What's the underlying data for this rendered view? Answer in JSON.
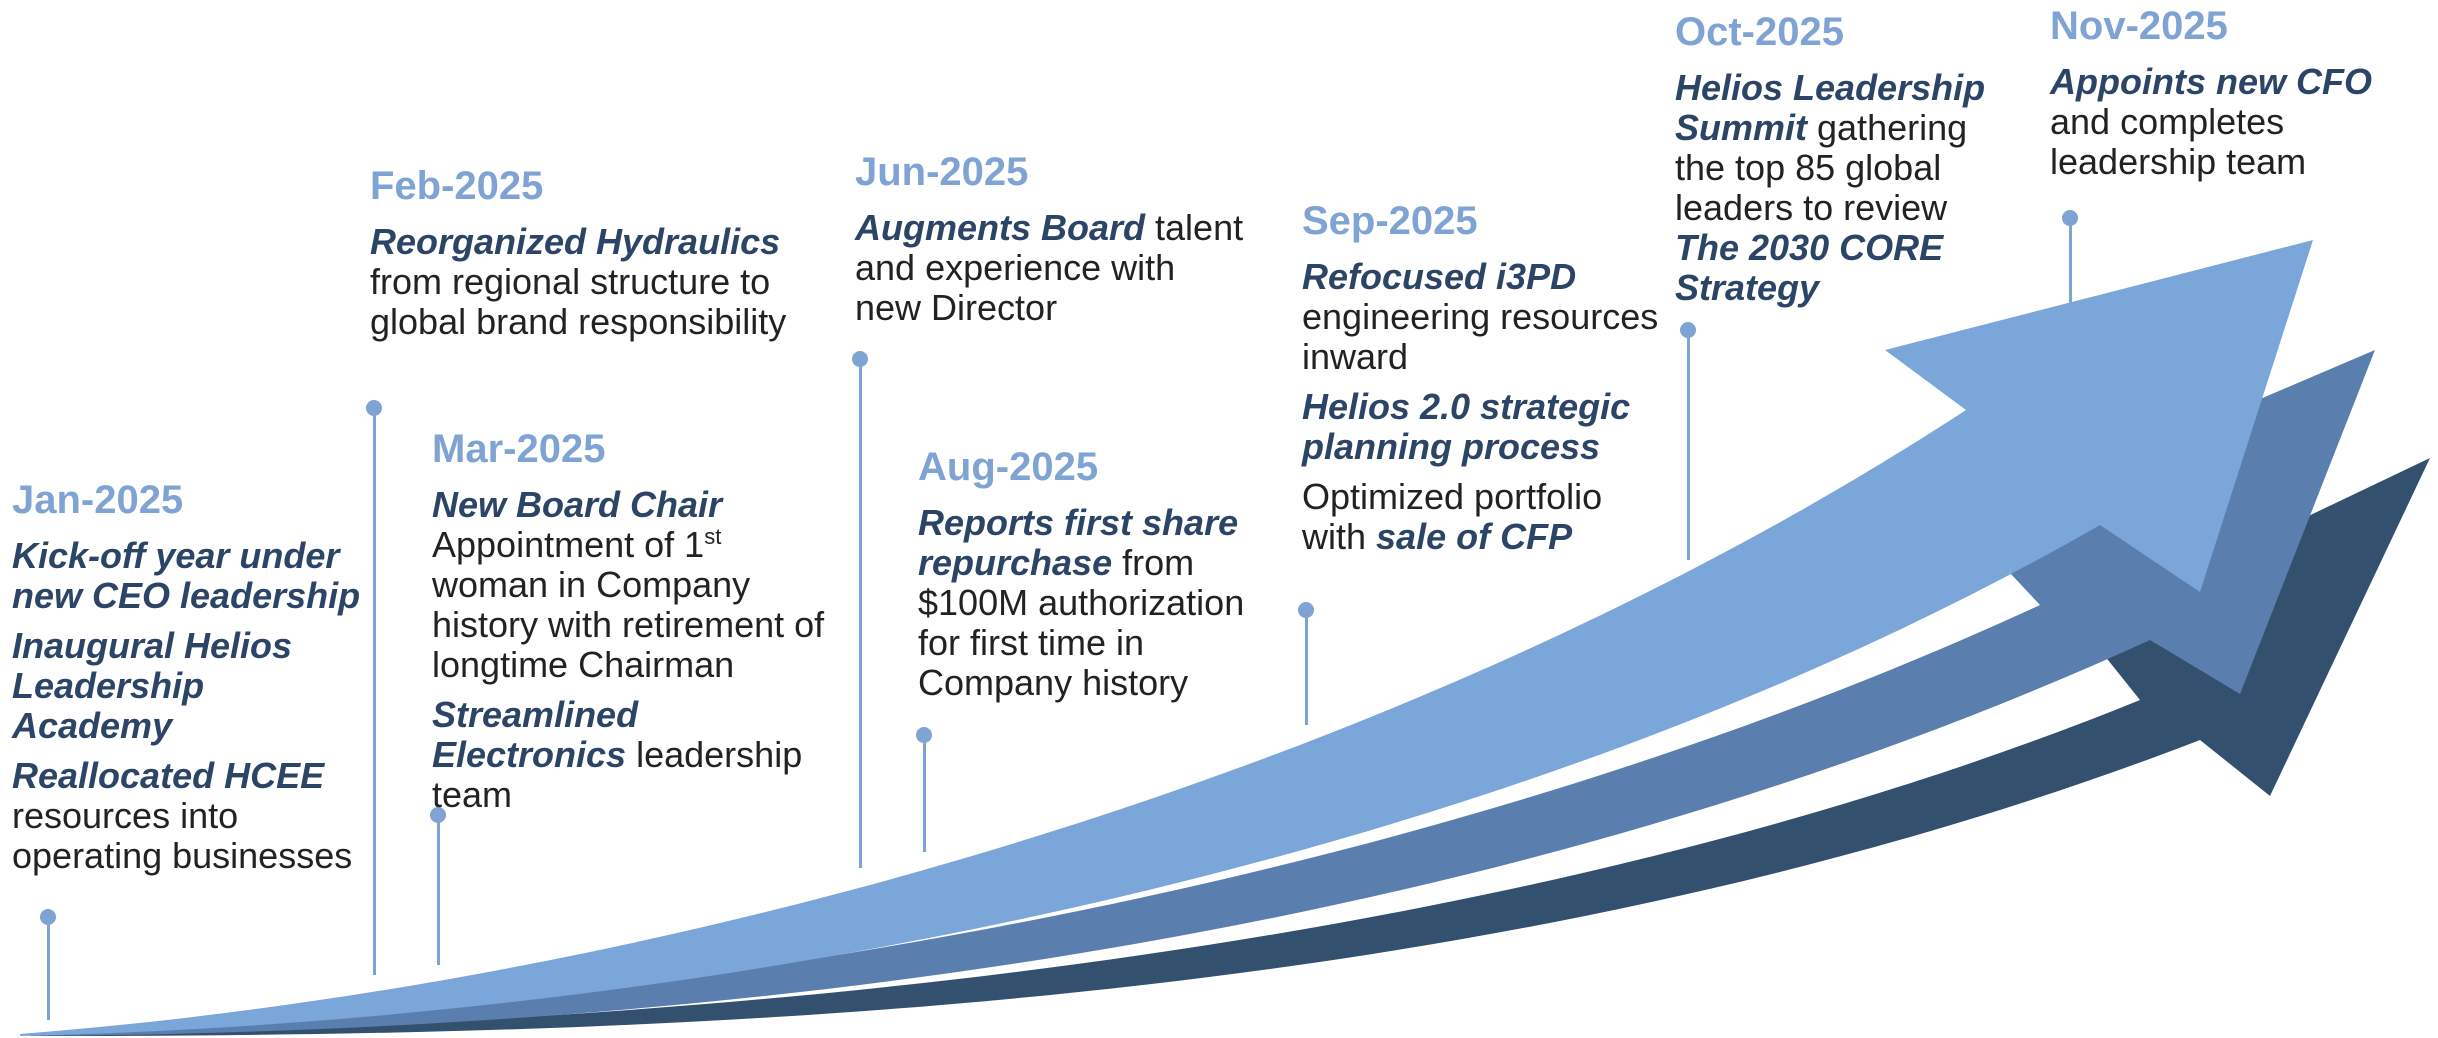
{
  "colors": {
    "date": "#7fa3d3",
    "bold": "#2c4466",
    "text": "#222222",
    "arrow_light": "#7aa6d9",
    "arrow_mid": "#5a7faf",
    "arrow_dark": "#34506f"
  },
  "events": [
    {
      "date": "Jan-2025",
      "b1": "Kick-off year under new CEO leadership",
      "b2": "Inaugural Helios Leadership Academy",
      "b3": "Reallocated HCEE",
      "t3": " resources into operating businesses"
    },
    {
      "date": "Feb-2025",
      "b1": "Reorganized Hydraulics",
      "t1": " from regional structure to global brand responsibility"
    },
    {
      "date": "Mar-2025",
      "b1": "New Board Chair",
      "t1a": "Appointment of 1",
      "sup": "st",
      "t1b": " woman in Company history with retirement of longtime Chairman",
      "b2": "Streamlined Electronics",
      "t2": " leadership team"
    },
    {
      "date": "Jun-2025",
      "b1": "Augments Board",
      "t1": " talent and experience with new Director"
    },
    {
      "date": "Aug-2025",
      "b1": "Reports first share repurchase",
      "t1": " from $100M authorization for first time in Company history"
    },
    {
      "date": "Sep-2025",
      "b1": "Refocused i3PD",
      "t1": " engineering resources inward",
      "b2": "Helios 2.0 strategic planning process",
      "t3": "Optimized portfolio with ",
      "b3": "sale of CFP"
    },
    {
      "date": "Oct-2025",
      "b1": "Helios Leadership Summit",
      "t1": " gathering the top 85 global leaders to review ",
      "b2": "The 2030 CORE Strategy"
    },
    {
      "date": "Nov-2025",
      "b1": "Appoints new CFO",
      "t1": " and completes leadership team"
    }
  ]
}
